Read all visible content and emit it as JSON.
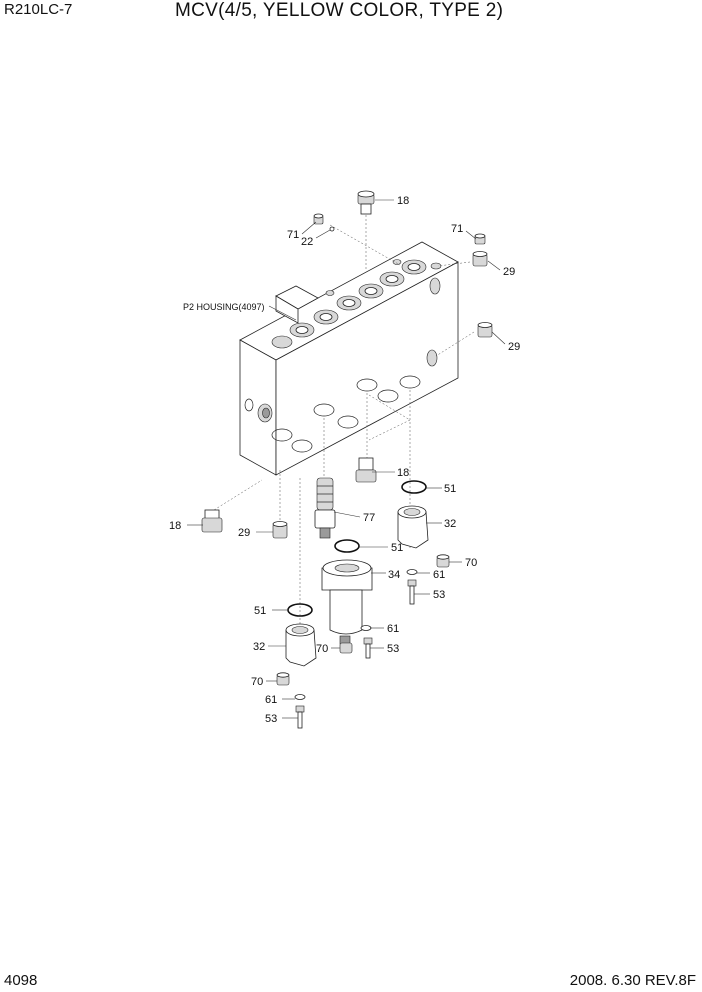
{
  "header": {
    "model": "R210LC-7",
    "title": "MCV(4/5, YELLOW COLOR, TYPE 2)"
  },
  "footer": {
    "page_number": "4098",
    "revision": "2008. 6.30  REV.8F"
  },
  "diagram": {
    "housing_note": "P2 HOUSING(4097)",
    "callouts": {
      "c18_top": "18",
      "c71_left": "71",
      "c22": "22",
      "c71_right": "71",
      "c29_top": "29",
      "c29_mid": "29",
      "c18_mid": "18",
      "c51_upper": "51",
      "c32_upper": "32",
      "c77": "77",
      "c51_mid": "51",
      "c70_upper": "70",
      "c34": "34",
      "c61_upper": "61",
      "c53_upper": "53",
      "c18_left": "18",
      "c29_left": "29",
      "c51_lower": "51",
      "c61_mid": "61",
      "c32_lower": "32",
      "c70_mid": "70",
      "c53_mid": "53",
      "c70_lower": "70",
      "c61_lower": "61",
      "c53_lower": "53"
    }
  }
}
